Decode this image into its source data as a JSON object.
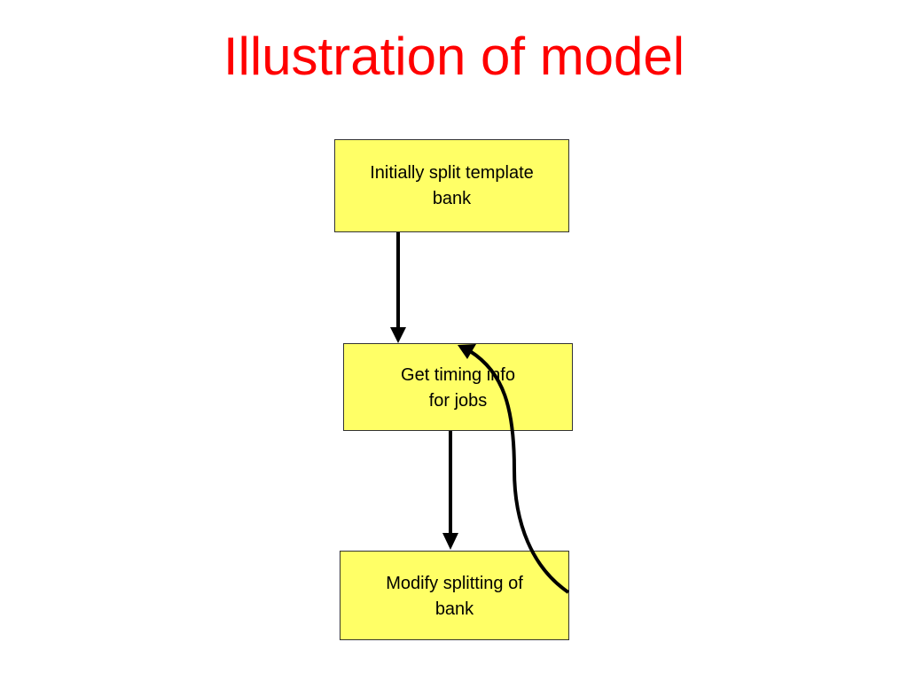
{
  "slide": {
    "title": "Illustration of model"
  },
  "nodes": [
    {
      "id": "split",
      "lines": [
        "Initially split template",
        "bank"
      ]
    },
    {
      "id": "timing",
      "lines": [
        "Get timing info",
        "for jobs"
      ]
    },
    {
      "id": "modify",
      "lines": [
        "Modify splitting of",
        "bank"
      ]
    }
  ],
  "edges": [
    {
      "from": "split",
      "to": "timing"
    },
    {
      "from": "timing",
      "to": "modify"
    },
    {
      "from": "modify",
      "to": "timing"
    }
  ],
  "colors": {
    "title": "#ff0000",
    "box_fill": "#ffff66",
    "box_border": "#333333",
    "arrow": "#000000"
  }
}
